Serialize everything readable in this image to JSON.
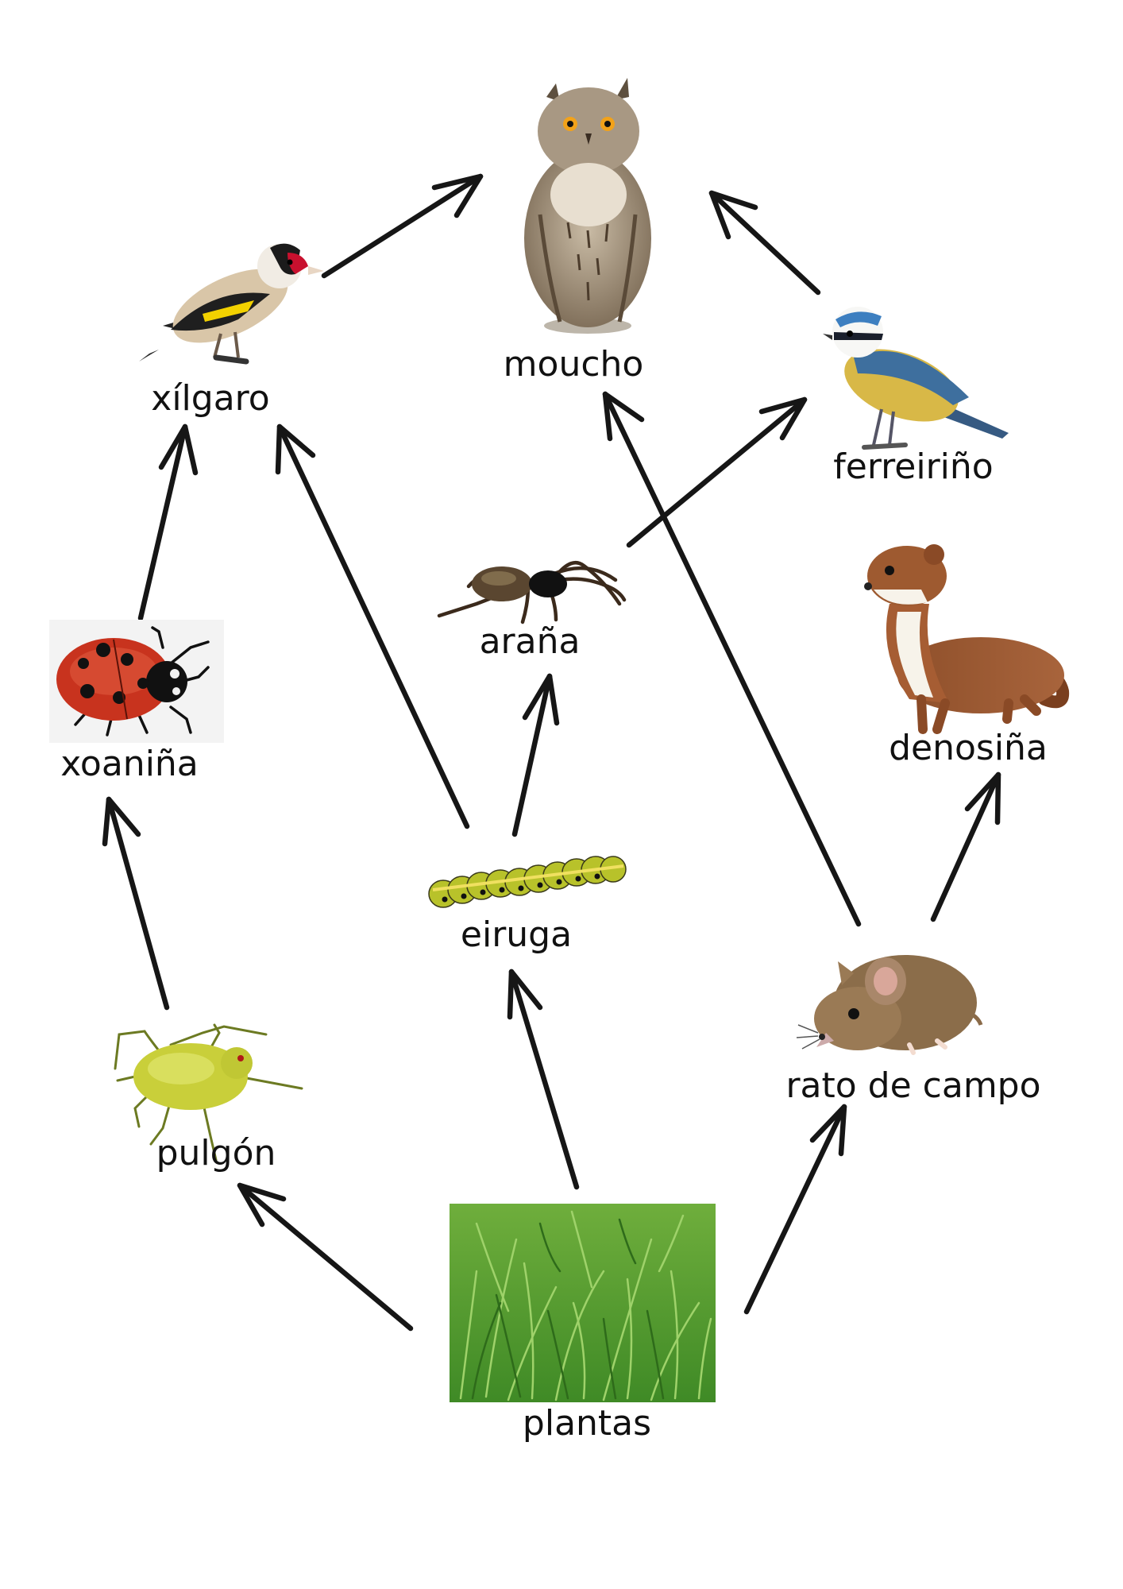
{
  "diagram": {
    "type": "food-web",
    "colors": {
      "arrow": "#161616",
      "text": "#111111",
      "background": "#ffffff"
    },
    "nodes": [
      {
        "id": "moucho",
        "label": "moucho",
        "icon": "owl-icon"
      },
      {
        "id": "xilgaro",
        "label": "xílgaro",
        "icon": "goldfinch-icon"
      },
      {
        "id": "ferreirino",
        "label": "ferreiriño",
        "icon": "blue-tit-icon"
      },
      {
        "id": "arana",
        "label": "araña",
        "icon": "spider-icon"
      },
      {
        "id": "xoanina",
        "label": "xoaniña",
        "icon": "ladybug-icon"
      },
      {
        "id": "denosina",
        "label": "denosiña",
        "icon": "weasel-icon"
      },
      {
        "id": "eiruga",
        "label": "eiruga",
        "icon": "caterpillar-icon"
      },
      {
        "id": "rato",
        "label": "rato de campo",
        "icon": "field-mouse-icon"
      },
      {
        "id": "pulgon",
        "label": "pulgón",
        "icon": "aphid-icon"
      },
      {
        "id": "plantas",
        "label": "plantas",
        "icon": "grass-icon"
      }
    ],
    "edges": [
      {
        "from": "xilgaro",
        "to": "moucho"
      },
      {
        "from": "ferreirino",
        "to": "moucho"
      },
      {
        "from": "rato",
        "to": "moucho"
      },
      {
        "from": "xoanina",
        "to": "xilgaro"
      },
      {
        "from": "eiruga",
        "to": "xilgaro"
      },
      {
        "from": "arana",
        "to": "ferreirino"
      },
      {
        "from": "eiruga",
        "to": "arana"
      },
      {
        "from": "pulgon",
        "to": "xoanina"
      },
      {
        "from": "rato",
        "to": "denosina"
      },
      {
        "from": "plantas",
        "to": "eiruga"
      },
      {
        "from": "plantas",
        "to": "pulgon"
      },
      {
        "from": "plantas",
        "to": "rato"
      }
    ]
  }
}
